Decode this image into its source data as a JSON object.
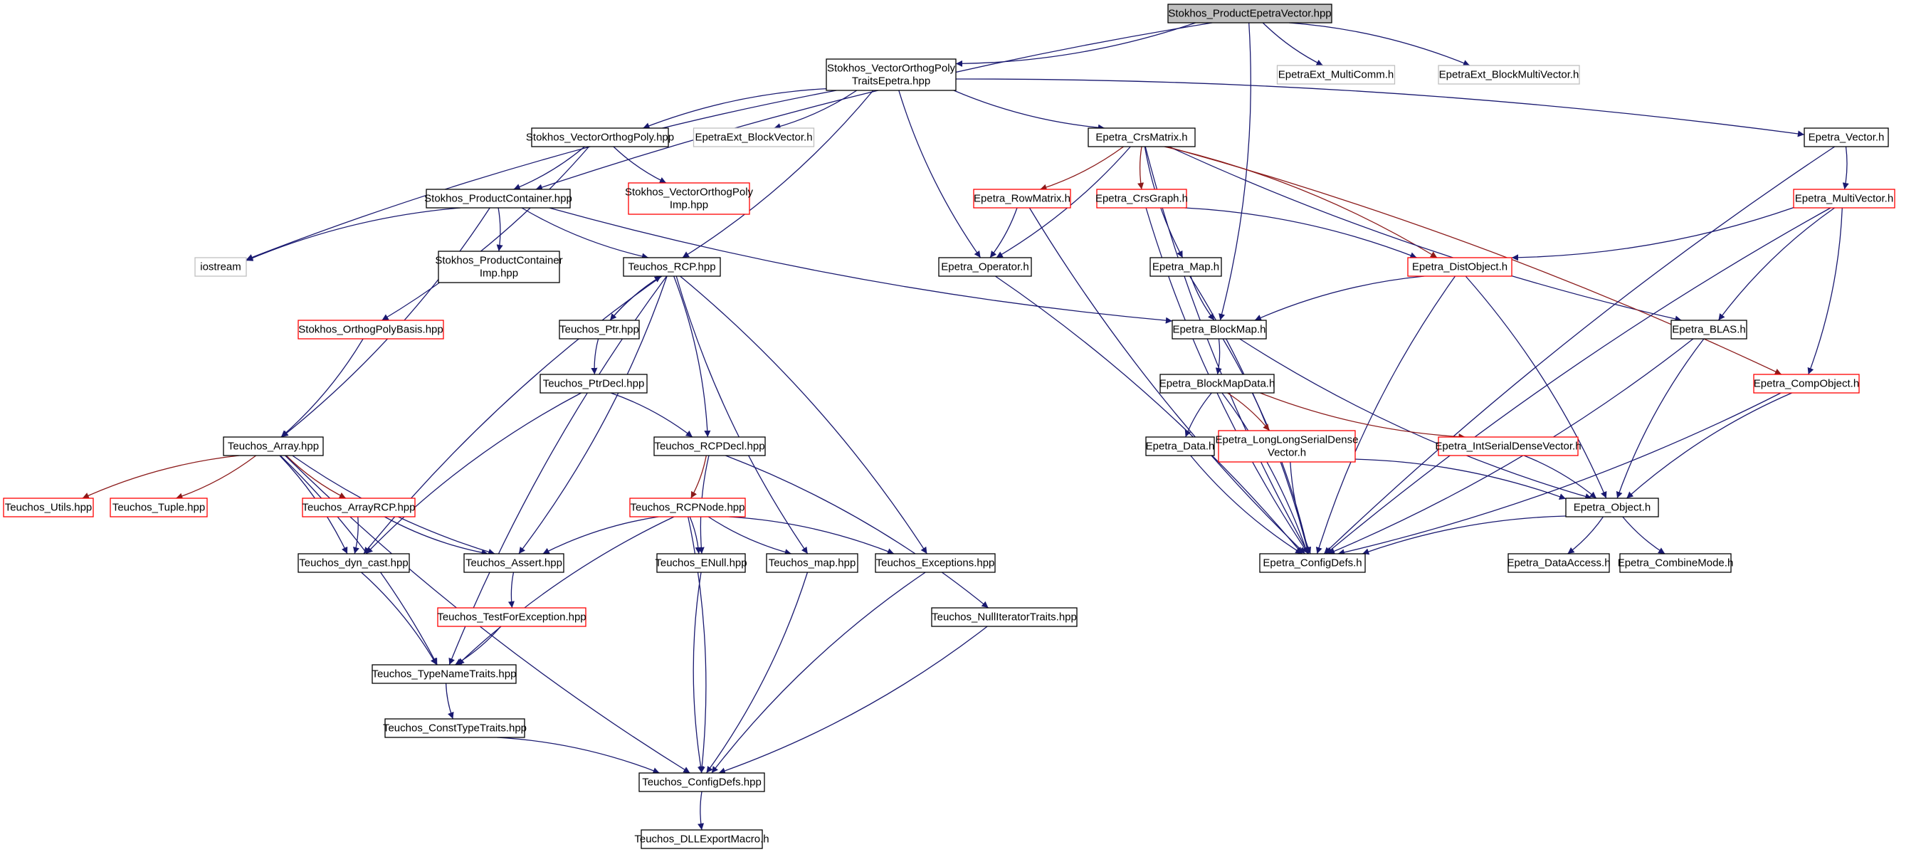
{
  "colors": {
    "edge": "#191970",
    "edge_red": "#8b1a1a",
    "border_normal": "#000000",
    "border_red": "#ff0000",
    "border_gray": "#bfbfbf",
    "root_fill": "#bfbfbf",
    "fill": "#ffffff"
  },
  "nodes": [
    {
      "id": "root",
      "lines": [
        "Stokhos_ProductEpetraVector.hpp"
      ],
      "style": "root"
    },
    {
      "id": "vopte",
      "lines": [
        "Stokhos_VectorOrthogPoly",
        "TraitsEpetra.hpp"
      ],
      "style": "normal"
    },
    {
      "id": "mcomm",
      "lines": [
        "EpetraExt_MultiComm.h"
      ],
      "style": "gray"
    },
    {
      "id": "bmv",
      "lines": [
        "EpetraExt_BlockMultiVector.h"
      ],
      "style": "gray"
    },
    {
      "id": "vop",
      "lines": [
        "Stokhos_VectorOrthogPoly.hpp"
      ],
      "style": "normal"
    },
    {
      "id": "bvec",
      "lines": [
        "EpetraExt_BlockVector.h"
      ],
      "style": "gray"
    },
    {
      "id": "crs",
      "lines": [
        "Epetra_CrsMatrix.h"
      ],
      "style": "normal"
    },
    {
      "id": "evec",
      "lines": [
        "Epetra_Vector.h"
      ],
      "style": "normal"
    },
    {
      "id": "pcont",
      "lines": [
        "Stokhos_ProductContainer.hpp"
      ],
      "style": "normal"
    },
    {
      "id": "vopimp",
      "lines": [
        "Stokhos_VectorOrthogPoly",
        "Imp.hpp"
      ],
      "style": "red"
    },
    {
      "id": "rowm",
      "lines": [
        "Epetra_RowMatrix.h"
      ],
      "style": "red"
    },
    {
      "id": "crsg",
      "lines": [
        "Epetra_CrsGraph.h"
      ],
      "style": "red"
    },
    {
      "id": "mvec",
      "lines": [
        "Epetra_MultiVector.h"
      ],
      "style": "red"
    },
    {
      "id": "iostream",
      "lines": [
        "iostream"
      ],
      "style": "gray"
    },
    {
      "id": "pcontimp",
      "lines": [
        "Stokhos_ProductContainer",
        "Imp.hpp"
      ],
      "style": "normal"
    },
    {
      "id": "rcp",
      "lines": [
        "Teuchos_RCP.hpp"
      ],
      "style": "normal"
    },
    {
      "id": "oper",
      "lines": [
        "Epetra_Operator.h"
      ],
      "style": "normal"
    },
    {
      "id": "emap",
      "lines": [
        "Epetra_Map.h"
      ],
      "style": "normal"
    },
    {
      "id": "dist",
      "lines": [
        "Epetra_DistObject.h"
      ],
      "style": "red"
    },
    {
      "id": "opb",
      "lines": [
        "Stokhos_OrthogPolyBasis.hpp"
      ],
      "style": "red"
    },
    {
      "id": "ptr",
      "lines": [
        "Teuchos_Ptr.hpp"
      ],
      "style": "normal"
    },
    {
      "id": "bmap",
      "lines": [
        "Epetra_BlockMap.h"
      ],
      "style": "normal"
    },
    {
      "id": "blas",
      "lines": [
        "Epetra_BLAS.h"
      ],
      "style": "normal"
    },
    {
      "id": "ptrdecl",
      "lines": [
        "Teuchos_PtrDecl.hpp"
      ],
      "style": "normal"
    },
    {
      "id": "bmapdata",
      "lines": [
        "Epetra_BlockMapData.h"
      ],
      "style": "normal"
    },
    {
      "id": "compobj",
      "lines": [
        "Epetra_CompObject.h"
      ],
      "style": "red"
    },
    {
      "id": "array",
      "lines": [
        "Teuchos_Array.hpp"
      ],
      "style": "normal"
    },
    {
      "id": "rcpdecl",
      "lines": [
        "Teuchos_RCPDecl.hpp"
      ],
      "style": "normal"
    },
    {
      "id": "edata",
      "lines": [
        "Epetra_Data.h"
      ],
      "style": "normal"
    },
    {
      "id": "llsdv",
      "lines": [
        "Epetra_LongLongSerialDense",
        "Vector.h"
      ],
      "style": "red"
    },
    {
      "id": "isdv",
      "lines": [
        "Epetra_IntSerialDenseVector.h"
      ],
      "style": "red"
    },
    {
      "id": "utils",
      "lines": [
        "Teuchos_Utils.hpp"
      ],
      "style": "red"
    },
    {
      "id": "tuple",
      "lines": [
        "Teuchos_Tuple.hpp"
      ],
      "style": "red"
    },
    {
      "id": "arcp",
      "lines": [
        "Teuchos_ArrayRCP.hpp"
      ],
      "style": "red"
    },
    {
      "id": "rcpnode",
      "lines": [
        "Teuchos_RCPNode.hpp"
      ],
      "style": "red"
    },
    {
      "id": "eobj",
      "lines": [
        "Epetra_Object.h"
      ],
      "style": "normal"
    },
    {
      "id": "dyncast",
      "lines": [
        "Teuchos_dyn_cast.hpp"
      ],
      "style": "normal"
    },
    {
      "id": "assert",
      "lines": [
        "Teuchos_Assert.hpp"
      ],
      "style": "normal"
    },
    {
      "id": "enull",
      "lines": [
        "Teuchos_ENull.hpp"
      ],
      "style": "normal"
    },
    {
      "id": "tmap",
      "lines": [
        "Teuchos_map.hpp"
      ],
      "style": "normal"
    },
    {
      "id": "texc",
      "lines": [
        "Teuchos_Exceptions.hpp"
      ],
      "style": "normal"
    },
    {
      "id": "ecfg",
      "lines": [
        "Epetra_ConfigDefs.h"
      ],
      "style": "normal"
    },
    {
      "id": "eda",
      "lines": [
        "Epetra_DataAccess.h"
      ],
      "style": "normal"
    },
    {
      "id": "ecm",
      "lines": [
        "Epetra_CombineMode.h"
      ],
      "style": "normal"
    },
    {
      "id": "tfe",
      "lines": [
        "Teuchos_TestForException.hpp"
      ],
      "style": "red"
    },
    {
      "id": "nit",
      "lines": [
        "Teuchos_NullIteratorTraits.hpp"
      ],
      "style": "normal"
    },
    {
      "id": "tnt",
      "lines": [
        "Teuchos_TypeNameTraits.hpp"
      ],
      "style": "normal"
    },
    {
      "id": "ctt",
      "lines": [
        "Teuchos_ConstTypeTraits.hpp"
      ],
      "style": "normal"
    },
    {
      "id": "tcfg",
      "lines": [
        "Teuchos_ConfigDefs.hpp"
      ],
      "style": "normal"
    },
    {
      "id": "dll",
      "lines": [
        "Teuchos_DLLExportMacro.h"
      ],
      "style": "normal"
    }
  ],
  "edges": [
    [
      "root",
      "vopte"
    ],
    [
      "root",
      "mcomm"
    ],
    [
      "root",
      "bmv"
    ],
    [
      "root",
      "pcont"
    ],
    [
      "root",
      "bmap"
    ],
    [
      "vopte",
      "vop"
    ],
    [
      "vopte",
      "bvec"
    ],
    [
      "vopte",
      "crs"
    ],
    [
      "vopte",
      "evec"
    ],
    [
      "vopte",
      "iostream"
    ],
    [
      "vopte",
      "rcp"
    ],
    [
      "vopte",
      "oper"
    ],
    [
      "vop",
      "pcont"
    ],
    [
      "vop",
      "vopimp"
    ],
    [
      "vop",
      "opb"
    ],
    [
      "pcont",
      "iostream"
    ],
    [
      "pcont",
      "pcontimp"
    ],
    [
      "pcont",
      "rcp"
    ],
    [
      "pcont",
      "array"
    ],
    [
      "pcont",
      "bmap"
    ],
    [
      "crs",
      "rowm"
    ],
    [
      "crs",
      "crsg"
    ],
    [
      "crs",
      "oper"
    ],
    [
      "crs",
      "emap"
    ],
    [
      "crs",
      "dist"
    ],
    [
      "crs",
      "blas"
    ],
    [
      "crs",
      "compobj"
    ],
    [
      "crs",
      "ecfg"
    ],
    [
      "rowm",
      "oper"
    ],
    [
      "rowm",
      "ecfg"
    ],
    [
      "crsg",
      "dist"
    ],
    [
      "crsg",
      "ecfg"
    ],
    [
      "evec",
      "mvec"
    ],
    [
      "evec",
      "ecfg"
    ],
    [
      "mvec",
      "dist"
    ],
    [
      "mvec",
      "blas"
    ],
    [
      "mvec",
      "compobj"
    ],
    [
      "mvec",
      "ecfg"
    ],
    [
      "oper",
      "ecfg"
    ],
    [
      "emap",
      "bmap"
    ],
    [
      "emap",
      "ecfg"
    ],
    [
      "dist",
      "bmap"
    ],
    [
      "dist",
      "eobj"
    ],
    [
      "dist",
      "ecfg"
    ],
    [
      "bmap",
      "bmapdata"
    ],
    [
      "bmap",
      "eobj"
    ],
    [
      "bmap",
      "ecfg"
    ],
    [
      "bmapdata",
      "edata"
    ],
    [
      "bmapdata",
      "llsdv"
    ],
    [
      "bmapdata",
      "isdv"
    ],
    [
      "bmapdata",
      "ecfg"
    ],
    [
      "edata",
      "ecfg"
    ],
    [
      "llsdv",
      "eobj"
    ],
    [
      "llsdv",
      "ecfg"
    ],
    [
      "isdv",
      "eobj"
    ],
    [
      "blas",
      "eobj"
    ],
    [
      "blas",
      "ecfg"
    ],
    [
      "compobj",
      "eobj"
    ],
    [
      "compobj",
      "ecfg"
    ],
    [
      "eobj",
      "ecfg"
    ],
    [
      "eobj",
      "eda"
    ],
    [
      "eobj",
      "ecm"
    ],
    [
      "opb",
      "array"
    ],
    [
      "rcp",
      "ptr"
    ],
    [
      "ptr",
      "rcp"
    ],
    [
      "ptr",
      "ptrdecl"
    ],
    [
      "rcp",
      "rcpdecl"
    ],
    [
      "rcp",
      "dyncast"
    ],
    [
      "rcp",
      "assert"
    ],
    [
      "rcp",
      "tmap"
    ],
    [
      "rcp",
      "texc"
    ],
    [
      "rcp",
      "tnt"
    ],
    [
      "ptrdecl",
      "rcpdecl"
    ],
    [
      "ptrdecl",
      "dyncast"
    ],
    [
      "rcpdecl",
      "rcpnode"
    ],
    [
      "rcpdecl",
      "enull"
    ],
    [
      "rcpdecl",
      "nit"
    ],
    [
      "rcpnode",
      "assert"
    ],
    [
      "rcpnode",
      "enull"
    ],
    [
      "rcpnode",
      "tmap"
    ],
    [
      "rcpnode",
      "texc"
    ],
    [
      "rcpnode",
      "tnt"
    ],
    [
      "rcpnode",
      "tcfg"
    ],
    [
      "array",
      "utils"
    ],
    [
      "array",
      "tuple"
    ],
    [
      "array",
      "arcp"
    ],
    [
      "array",
      "dyncast"
    ],
    [
      "array",
      "assert"
    ],
    [
      "array",
      "tnt"
    ],
    [
      "array",
      "tcfg"
    ],
    [
      "arcp",
      "dyncast"
    ],
    [
      "arcp",
      "assert"
    ],
    [
      "dyncast",
      "tnt"
    ],
    [
      "assert",
      "tfe"
    ],
    [
      "tfe",
      "tnt"
    ],
    [
      "tnt",
      "ctt"
    ],
    [
      "ctt",
      "tcfg"
    ],
    [
      "enull",
      "tcfg"
    ],
    [
      "tmap",
      "tcfg"
    ],
    [
      "texc",
      "tcfg"
    ],
    [
      "nit",
      "tcfg"
    ],
    [
      "tcfg",
      "dll"
    ]
  ]
}
